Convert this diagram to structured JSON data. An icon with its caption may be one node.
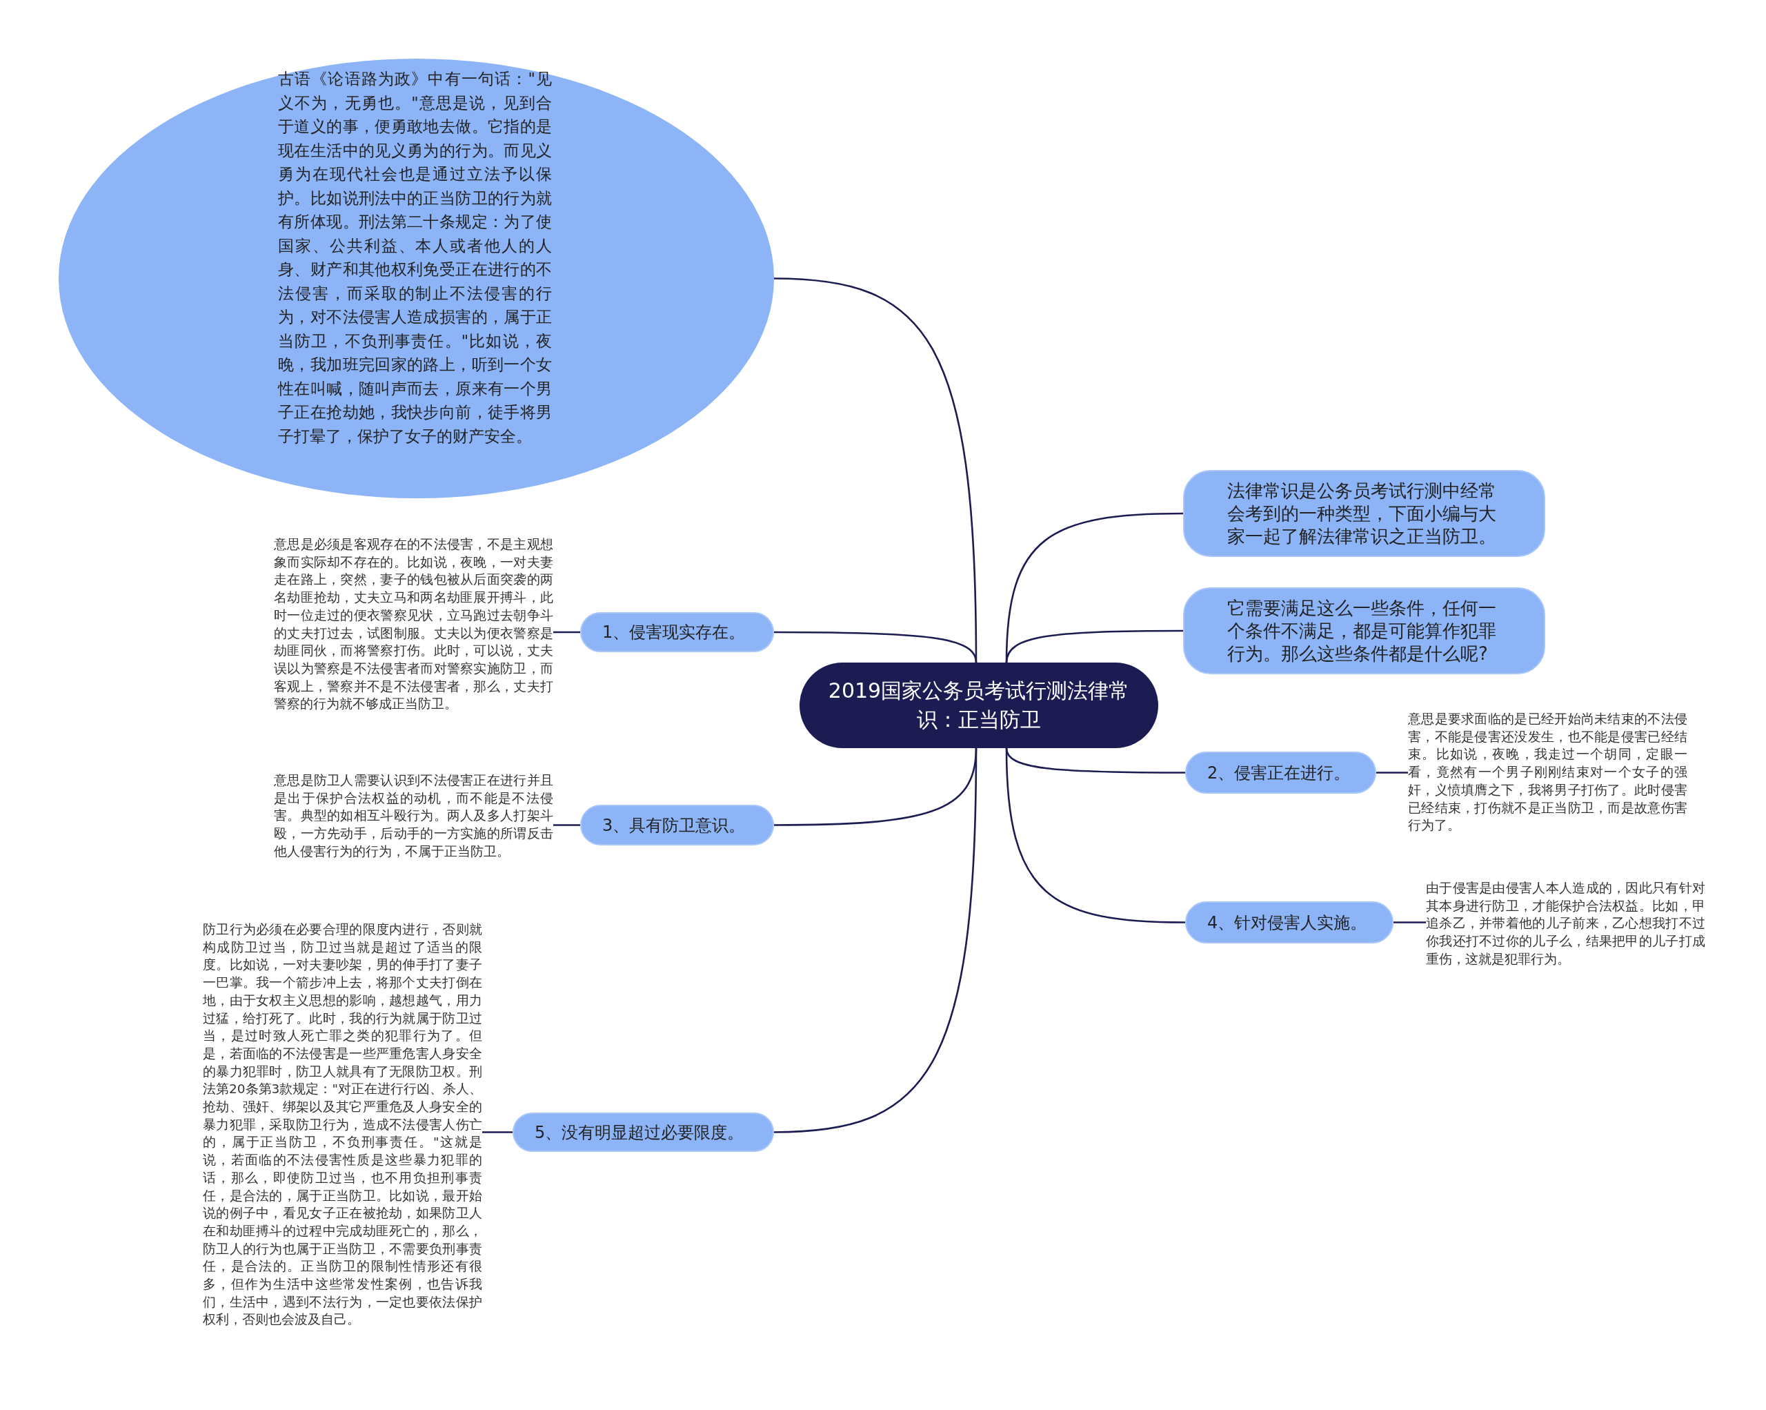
{
  "diagram": {
    "nodes": [
      {
        "text": [
          "2019国家公务员考试行测法律常识：正当防卫"
        ]
      },
      {
        "text": [
          "古语《论语路为政》中有一句话：\"见义不为，无勇也。\"意思是说，见到合于道义的事，便勇敢地去做。它指的是现在生活中的见义勇为的行为。而见义勇为在现代社会也是通过立法予以保护。比如说刑法中的正当防卫的行为就有所体现。刑法第二十条规定：为了使国家、公共利益、本人或者他人的人身、财产和其他权利免受正在进行的不法侵害，而采取的制止不法侵害的行为，对不法侵害人造成损害的，属于正当防卫，不负刑事责任。\"比如说，夜晚，我加班完回家的路上，听到一个女性在叫喊，随叫声而去，原来有一个男子正在抢劫她，我快步向前，徒手将男子打晕了，保护了女子的财产安全。"
        ]
      },
      {
        "text": [
          "法律常识是公务员考试行测中经常会考到的一种类型，下面小编与大家一起了解法律常识之正当防卫。"
        ]
      },
      {
        "text": [
          "它需要满足这么一些条件，任何一个条件不满足，都是可能算作犯罪行为。那么这些条件都是什么呢?"
        ]
      },
      {
        "text": [
          "1、侵害现实存在。"
        ]
      },
      {
        "text": [
          "意思是必须是客观存在的不法侵害，不是主观想象而实际却不存在的。比如说，夜晚，一对夫妻走在路上，突然，妻子的钱包被从后面突袭的两名劫匪抢劫，丈夫立马和两名劫匪展开搏斗，此时一位走过的便衣警察见状，立马跑过去朝争斗的丈夫打过去，试图制服。丈夫以为便衣警察是劫匪同伙，而将警察打伤。此时，可以说，丈夫误以为警察是不法侵害者而对警察实施防卫，而客观上，警察并不是不法侵害者，那么，丈夫打警察的行为就不够成正当防卫。"
        ]
      },
      {
        "text": [
          "2、侵害正在进行。"
        ]
      },
      {
        "text": [
          "意思是要求面临的是已经开始尚未结束的不法侵害，不能是侵害还没发生，也不能是侵害已经结束。比如说，夜晚，我走过一个胡同，定眼一看，竟然有一个男子刚刚结束对一个女子的强奸，义愤填膺之下，我将男子打伤了。此时侵害已经结束，打伤就不是正当防卫，而是故意伤害行为了。"
        ]
      },
      {
        "text": [
          "3、具有防卫意识。"
        ]
      },
      {
        "text": [
          "意思是防卫人需要认识到不法侵害正在进行并且是出于保护合法权益的动机，而不能是不法侵害。典型的如相互斗殴行为。两人及多人打架斗殴，一方先动手，后动手的一方实施的所谓反击他人侵害行为的行为，不属于正当防卫。"
        ]
      },
      {
        "text": [
          "4、针对侵害人实施。"
        ]
      },
      {
        "text": [
          "由于侵害是由侵害人本人造成的，因此只有针对其本身进行防卫，才能保护合法权益。比如，甲追杀乙，并带着他的儿子前来，乙心想我打不过你我还打不过你的儿子么，结果把甲的儿子打成重伤，这就是犯罪行为。"
        ]
      },
      {
        "text": [
          "5、没有明显超过必要限度。"
        ]
      },
      {
        "text": [
          "防卫行为必须在必要合理的限度内进行，否则就构成防卫过当，防卫过当就是超过了适当的限度。比如说，一对夫妻吵架，男的伸手打了妻子一巴掌。我一个箭步冲上去，将那个丈夫打倒在地，由于女权主义思想的影响，越想越气，用力过猛，给打死了。此时，我的行为就属于防卫过当，是过时致人死亡罪之类的犯罪行为了。但是，若面临的不法侵害是一些严重危害人身安全的暴力犯罪时，防卫人就具有了无限防卫权。刑法第20条第3款规定：\"对正在进行行凶、杀人、抢劫、强奸、绑架以及其它严重危及人身安全的暴力犯罪，采取防卫行为，造成不法侵害人伤亡的，属于正当防卫，不负刑事责任。\"这就是说，若面临的不法侵害性质是这些暴力犯罪的话，那么，即使防卫过当，也不用负担刑事责任，是合法的，属于正当防卫。比如说，最开始说的例子中，看见女子正在被抢劫，如果防卫人在和劫匪搏斗的过程中完成劫匪死亡的，那么，防卫人的行为也属于正当防卫，不需要负刑事责任，是合法的。正当防卫的限制性情形还有很多，但作为生活中这些常发性案例，也告诉我们，生活中，遇到不法行为，一定也要依法保护权利，否则也会波及自己。"
        ]
      }
    ],
    "edges": [
      {
        "from": 0,
        "to": 1,
        "arrow": "none"
      },
      {
        "from": 0,
        "to": 2,
        "arrow": "none"
      },
      {
        "from": 0,
        "to": 3,
        "arrow": "none"
      },
      {
        "from": 0,
        "to": 4,
        "arrow": "none"
      },
      {
        "from": 4,
        "to": 5,
        "arrow": "none"
      },
      {
        "from": 0,
        "to": 6,
        "arrow": "none"
      },
      {
        "from": 6,
        "to": 7,
        "arrow": "none"
      },
      {
        "from": 0,
        "to": 8,
        "arrow": "none"
      },
      {
        "from": 8,
        "to": 9,
        "arrow": "none"
      },
      {
        "from": 0,
        "to": 10,
        "arrow": "none"
      },
      {
        "from": 10,
        "to": 11,
        "arrow": "none"
      },
      {
        "from": 0,
        "to": 12,
        "arrow": "none"
      },
      {
        "from": 12,
        "to": 13,
        "arrow": "none"
      }
    ]
  }
}
